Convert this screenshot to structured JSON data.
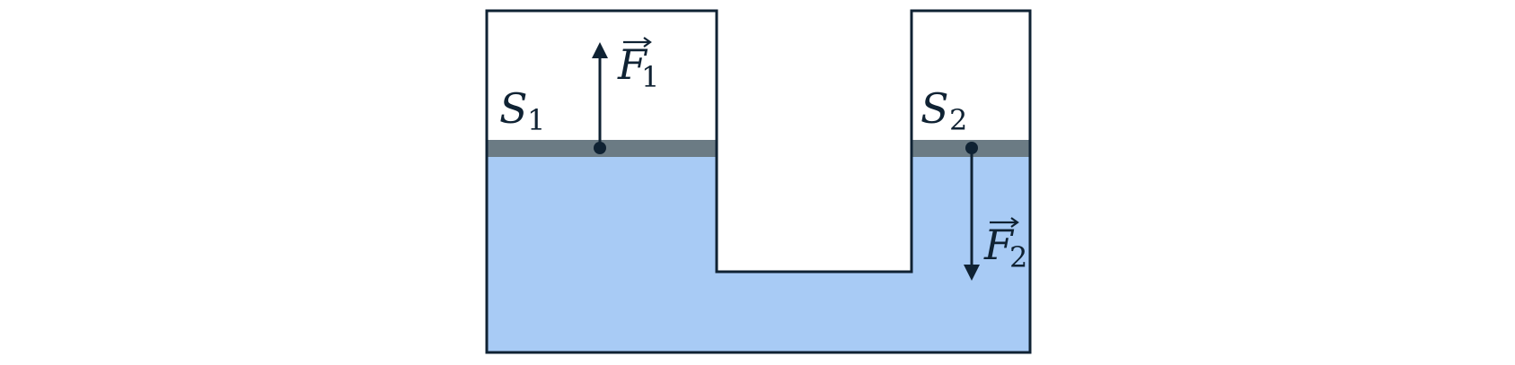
{
  "labels": {
    "S1": {
      "letter": "S",
      "subscript": "1"
    },
    "S2": {
      "letter": "S",
      "subscript": "2"
    },
    "F1": {
      "letter": "F",
      "subscript": "1"
    },
    "F2": {
      "letter": "F",
      "subscript": "2"
    }
  },
  "colors": {
    "fluid": "#a8cbf5",
    "piston": "#6b7b84",
    "outline": "#0f2233",
    "background": "#ffffff"
  },
  "vectors": {
    "F1": {
      "direction": "up"
    },
    "F2": {
      "direction": "down"
    }
  }
}
